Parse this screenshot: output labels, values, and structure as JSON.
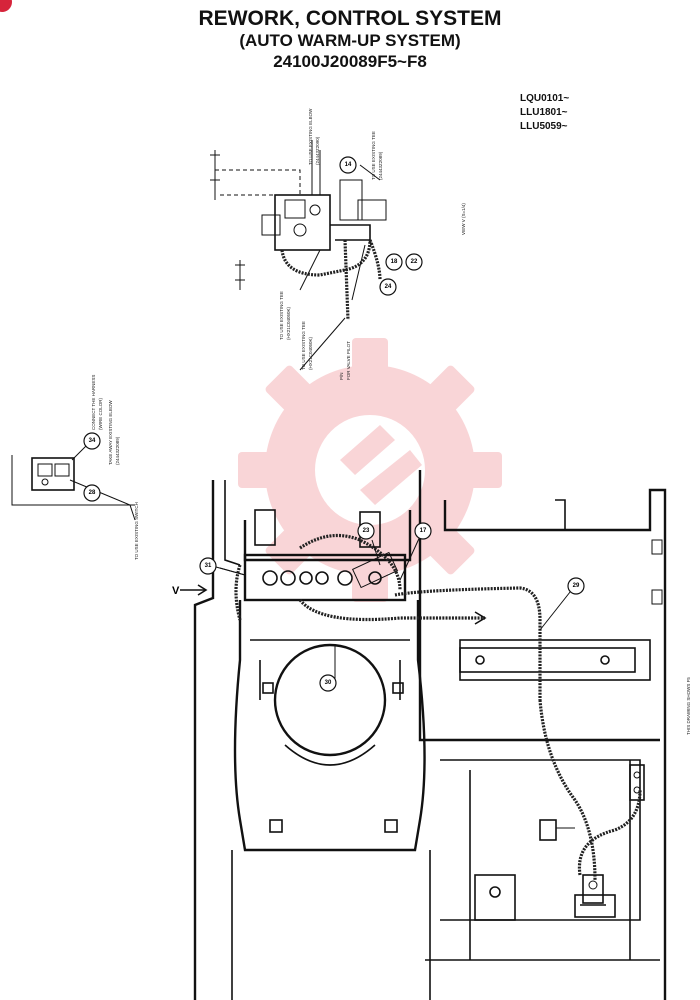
{
  "title": {
    "line1": "REWORK, CONTROL SYSTEM",
    "line2": "(AUTO WARM-UP SYSTEM)",
    "line3": "24100J20089F5~F8"
  },
  "serials": [
    "LQU0101~",
    "LLU1801~",
    "LLU5059~"
  ],
  "callouts": [
    "14",
    "18",
    "22",
    "24",
    "34",
    "28",
    "31",
    "23",
    "17",
    "29",
    "30"
  ],
  "view_label": "V",
  "colors": {
    "ink": "#111111",
    "watermark": "#f2a3a8",
    "badge": "#d6243b"
  }
}
